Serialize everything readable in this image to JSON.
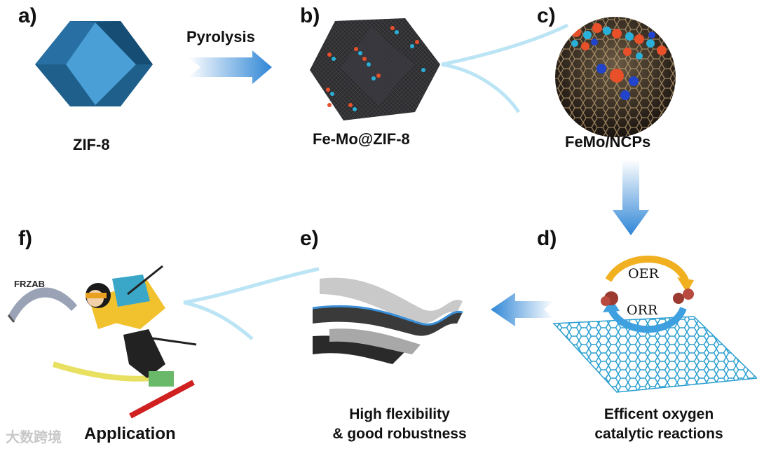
{
  "panels": {
    "a": {
      "label": "a)",
      "caption": "ZIF-8"
    },
    "b": {
      "label": "b)",
      "caption": "Fe-Mo@ZIF-8"
    },
    "c": {
      "label": "c)",
      "caption": "FeMo/NCPs"
    },
    "d": {
      "label": "d)",
      "caption_line1": "Efficent oxygen",
      "caption_line2": "catalytic reactions",
      "reaction_top": "OER",
      "reaction_bottom": "ORR"
    },
    "e": {
      "label": "e)",
      "caption_line1": "High flexibility",
      "caption_line2": "& good robustness"
    },
    "f": {
      "label": "f)",
      "caption": "Application",
      "device_tag": "FRZAB"
    }
  },
  "arrow_label": "Pyrolysis",
  "watermark": "大数跨境",
  "colors": {
    "zif_dark": "#1e5f8c",
    "zif_light": "#4a9fd6",
    "arrow_blue": "#2f86d6",
    "graphene": "#2a9fd0",
    "oer_arrow": "#f0b020",
    "orr_arrow": "#3fa0e0",
    "atom_fe": "#e8502a",
    "atom_mo": "#2ab0d8"
  }
}
